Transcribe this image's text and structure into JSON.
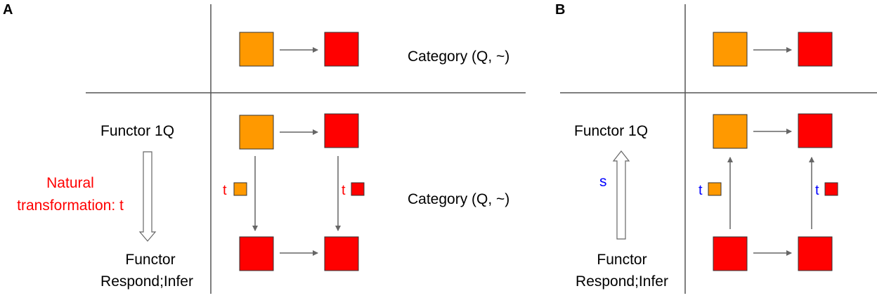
{
  "colors": {
    "orange": "#ff9900",
    "red": "#ff0000",
    "blue": "#0000ff",
    "line": "#555555",
    "arrow": "#666666"
  },
  "panel_a": {
    "letter": "A",
    "top_category_label": "Category (Q, ~)",
    "middle_category_label": "Category (Q, ~)",
    "functor_top": "Functor 1Q",
    "nat_line1": "Natural",
    "nat_line2": "transformation: t",
    "functor_bottom_line1": "Functor",
    "functor_bottom_line2": "Respond;Infer",
    "t_left": "t",
    "t_right": "t"
  },
  "panel_b": {
    "letter": "B",
    "functor_top": "Functor 1Q",
    "s_label": "s",
    "functor_bottom_line1": "Functor",
    "functor_bottom_line2": "Respond;Infer",
    "t_left": "t",
    "t_right": "t"
  }
}
